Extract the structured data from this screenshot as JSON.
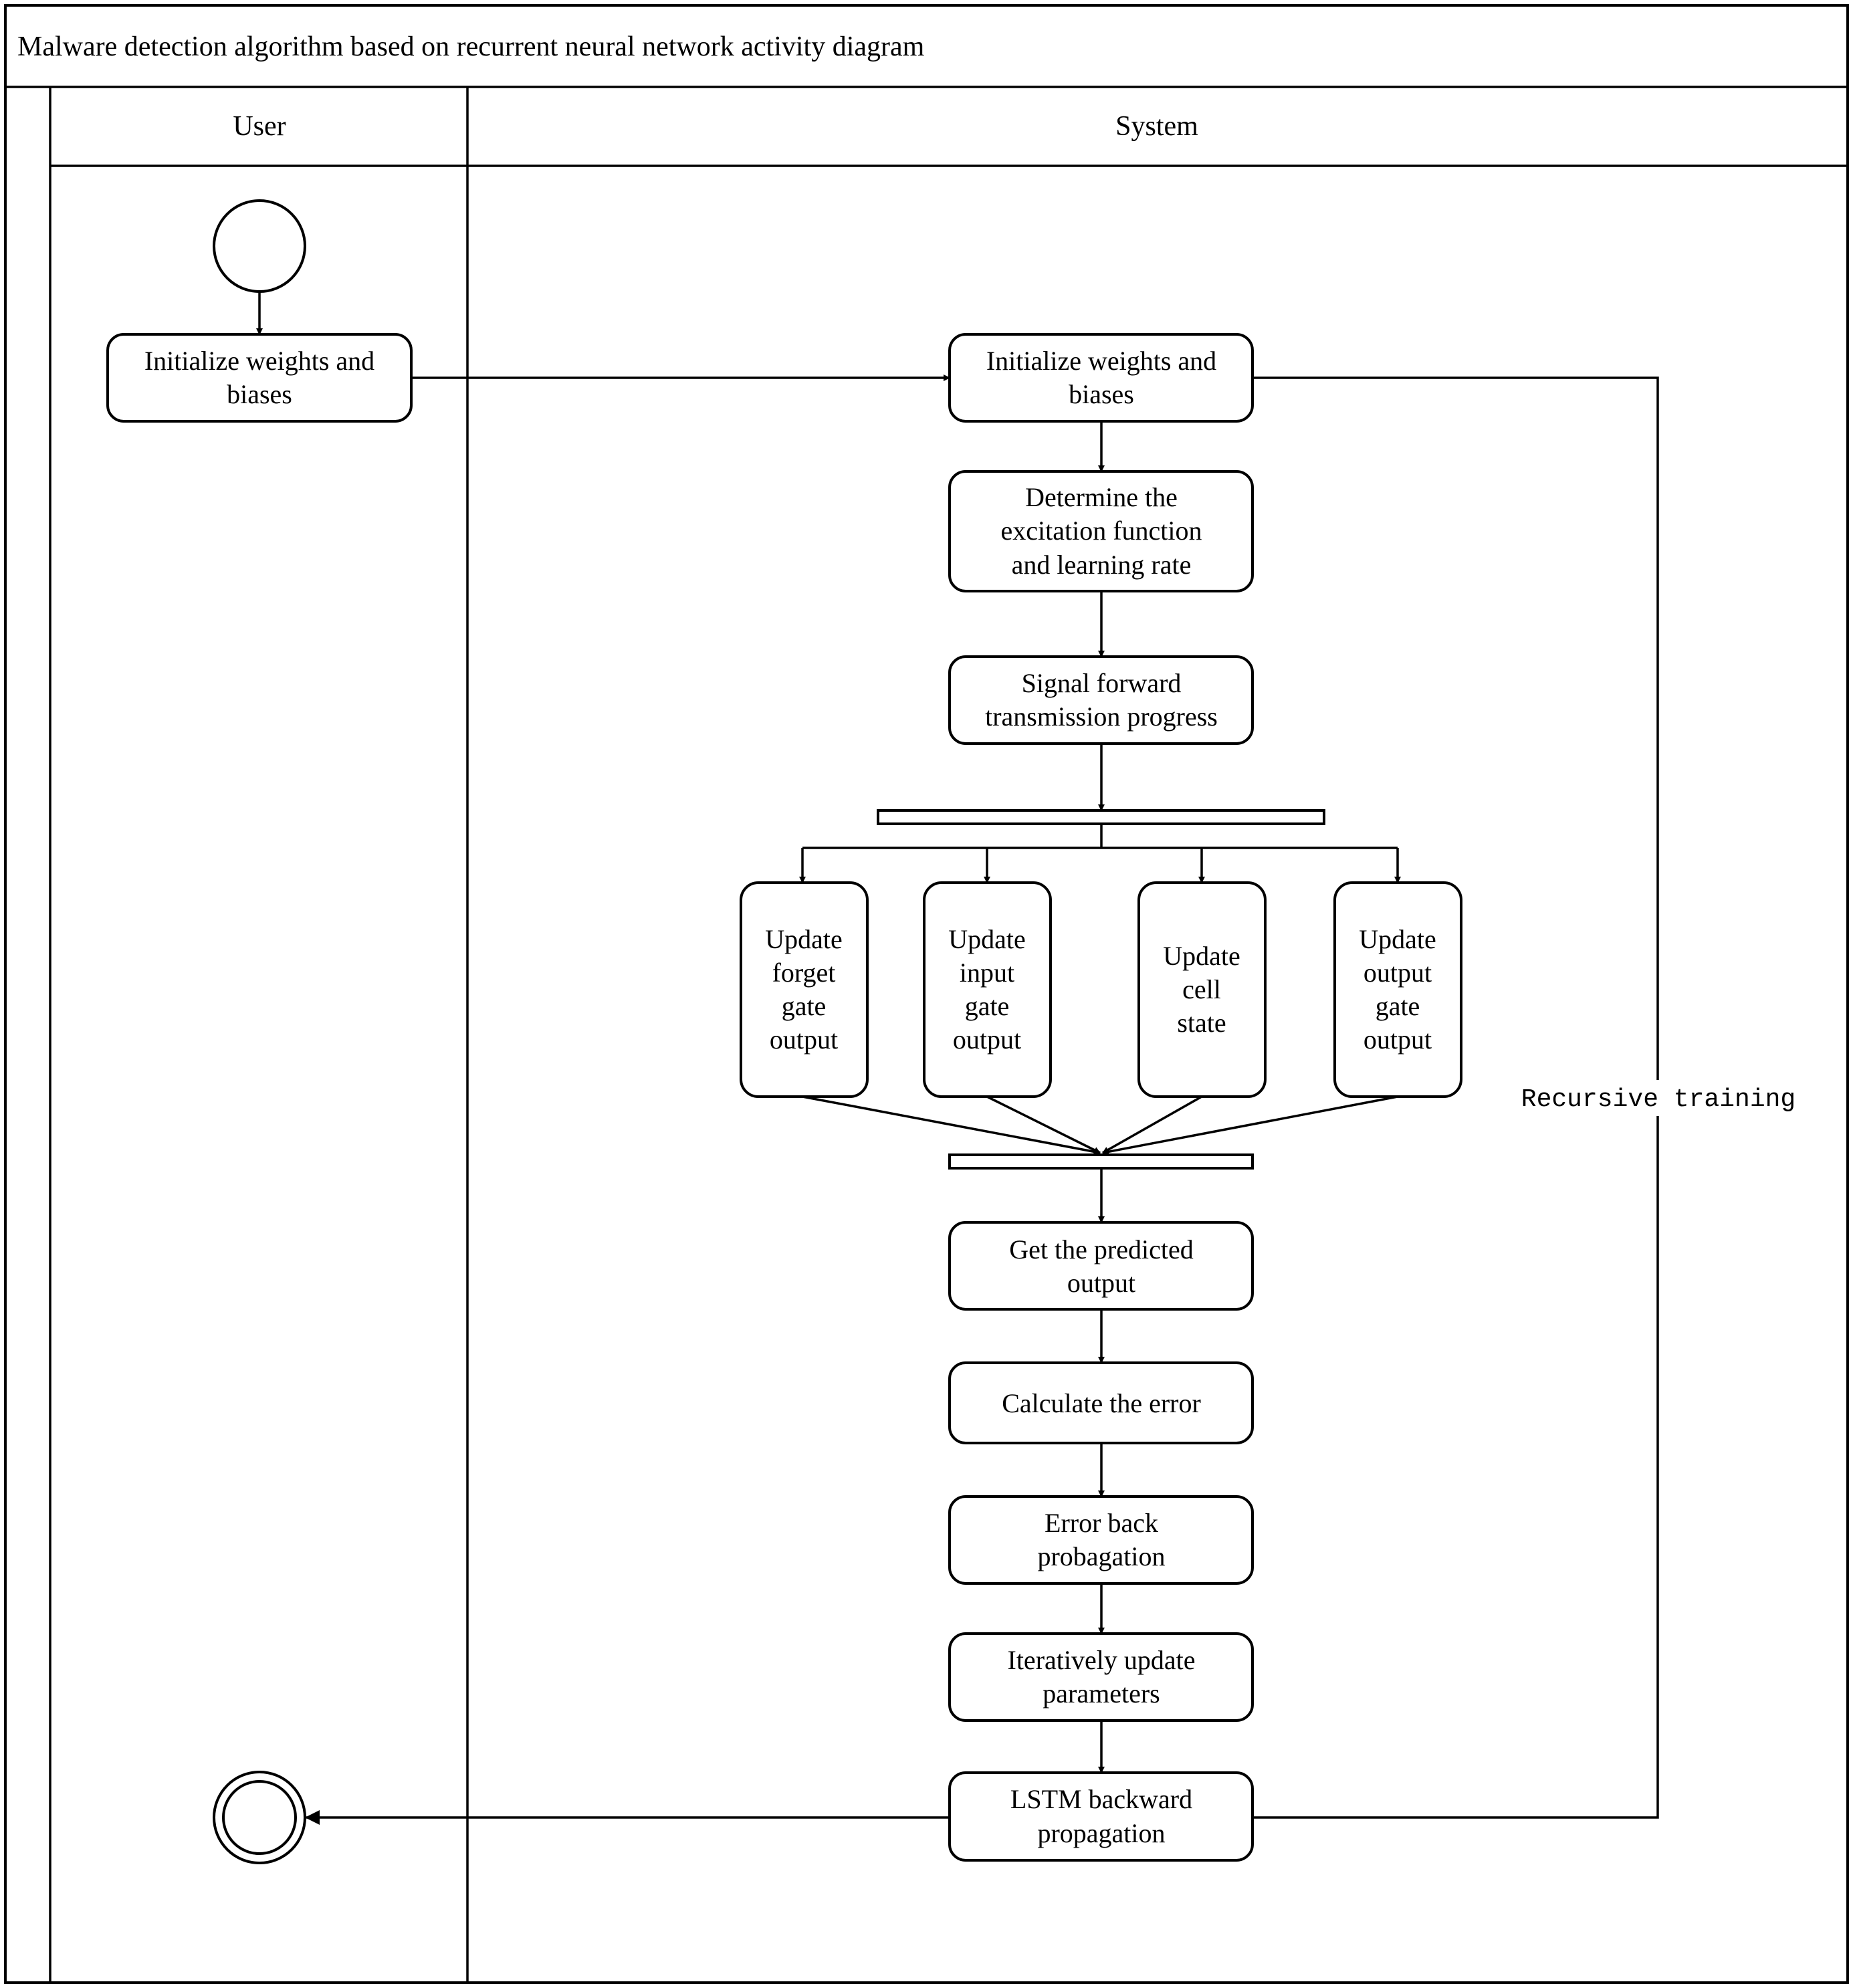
{
  "diagram": {
    "title": "Malware detection algorithm based on recurrent neural network activity diagram",
    "lanes": {
      "user": "User",
      "system": "System"
    },
    "nodes": {
      "user_init": [
        "Initialize weights and",
        "biases"
      ],
      "sys_init": [
        "Initialize weights and",
        "biases"
      ],
      "determine": [
        "Determine the",
        "excitation function",
        "and learning rate"
      ],
      "signal": [
        "Signal forward",
        "transmission progress"
      ],
      "forget": [
        "Update",
        "forget",
        "gate",
        "output"
      ],
      "input": [
        "Update",
        "input",
        "gate",
        "output"
      ],
      "cell": [
        "Update",
        "cell",
        "state"
      ],
      "output": [
        "Update",
        "output",
        "gate",
        "output"
      ],
      "predicted": [
        "Get the predicted",
        "output"
      ],
      "error": [
        "Calculate the error"
      ],
      "backprop": [
        "Error back",
        "probagation"
      ],
      "iterate": [
        "Iteratively update",
        "parameters"
      ],
      "lstm": [
        "LSTM backward",
        "propagation"
      ]
    },
    "loop_label": "Recursive training"
  }
}
